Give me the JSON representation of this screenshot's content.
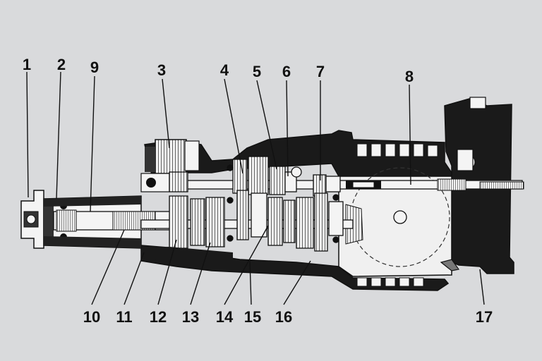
{
  "colors": {
    "paper": "#d9dadc",
    "ink": "#111111",
    "casing": "#1a1a1a",
    "gear": "#f4f4f4"
  },
  "callouts": [
    {
      "id": "c1",
      "text": "1"
    },
    {
      "id": "c2",
      "text": "2"
    },
    {
      "id": "c3",
      "text": "3"
    },
    {
      "id": "c4",
      "text": "4"
    },
    {
      "id": "c5",
      "text": "5"
    },
    {
      "id": "c6",
      "text": "6"
    },
    {
      "id": "c7",
      "text": "7"
    },
    {
      "id": "c8",
      "text": "8"
    },
    {
      "id": "c9",
      "text": "9"
    },
    {
      "id": "c10",
      "text": "10"
    },
    {
      "id": "c11",
      "text": "11"
    },
    {
      "id": "c12",
      "text": "12"
    },
    {
      "id": "c13",
      "text": "13"
    },
    {
      "id": "c14",
      "text": "14"
    },
    {
      "id": "c15",
      "text": "15"
    },
    {
      "id": "c16",
      "text": "16"
    },
    {
      "id": "c17",
      "text": "17"
    }
  ]
}
